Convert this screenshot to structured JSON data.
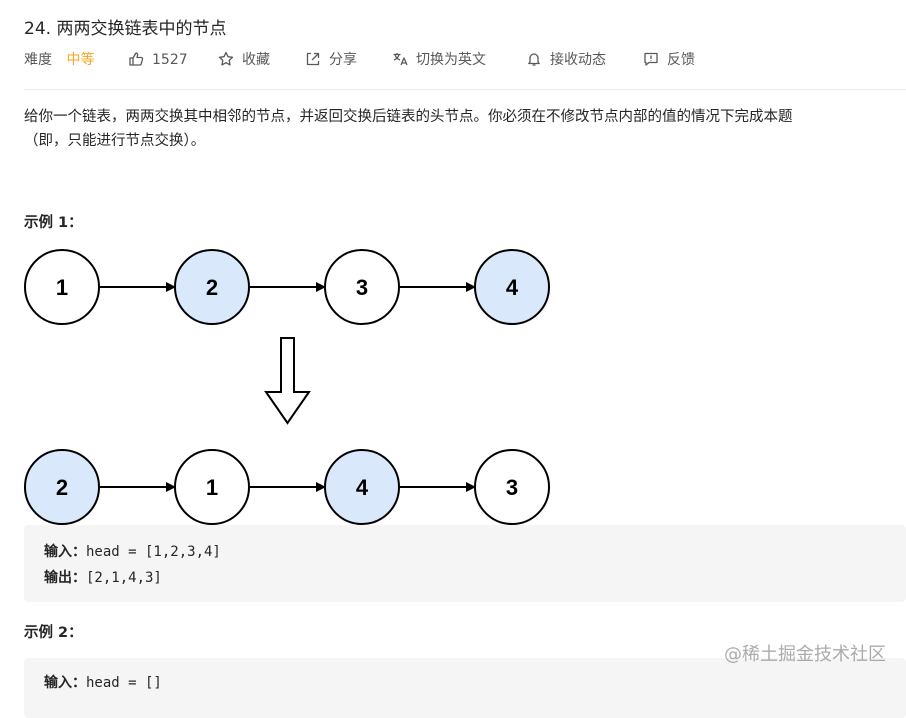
{
  "problem": {
    "title": "24. 两两交换链表中的节点",
    "difficulty_label": "难度",
    "difficulty_value": "中等",
    "likes": "1527",
    "favorite": "收藏",
    "share": "分享",
    "switch_lang": "切换为英文",
    "subscribe": "接收动态",
    "feedback": "反馈",
    "description_line1": "给你一个链表，两两交换其中相邻的节点，并返回交换后链表的头节点。你必须在不修改节点内部的值的情况下完成本题",
    "description_line2": "（即，只能进行节点交换）。"
  },
  "example1": {
    "title": "示例 1：",
    "before": [
      "1",
      "2",
      "3",
      "4"
    ],
    "after": [
      "2",
      "1",
      "4",
      "3"
    ],
    "input_label": "输入：",
    "input_value": "head = [1,2,3,4]",
    "output_label": "输出：",
    "output_value": "[2,1,4,3]"
  },
  "example2": {
    "title": "示例 2：",
    "input_label": "输入：",
    "input_value": "head = []"
  },
  "watermark": "@稀土掘金技术社区",
  "colors": {
    "highlight_node": "#dae8fc",
    "plain_node": "#ffffff",
    "difficulty": "#f5a623"
  },
  "icons": [
    "thumbs-up-icon",
    "star-icon",
    "share-icon",
    "translate-icon",
    "bell-icon",
    "feedback-icon"
  ]
}
